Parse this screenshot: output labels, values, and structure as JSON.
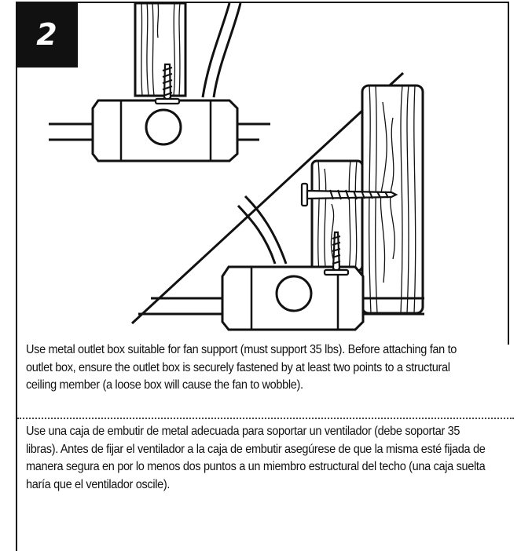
{
  "step": {
    "number": "2"
  },
  "illustration": {
    "icons": [
      "ceiling-joist-icon",
      "outlet-box-icon",
      "wood-screw-icon",
      "wire-cable-icon"
    ]
  },
  "instructions": {
    "english": "Use metal outlet box suitable for fan support (must support 35 lbs). Before attaching fan to outlet box, ensure the outlet box is securely fastened by at least two points to a structural ceiling member (a loose box will cause the fan to wobble).",
    "spanish": "Use una caja de embutir de metal adecuada para soportar un ventilador (debe soportar 35 libras). Antes de fijar el ventilador a la caja de embutir asegúrese de que la misma esté fijada de manera segura en por lo menos dos puntos a un miembro estructural del techo (una caja suelta haría que el ventilador oscile)."
  }
}
